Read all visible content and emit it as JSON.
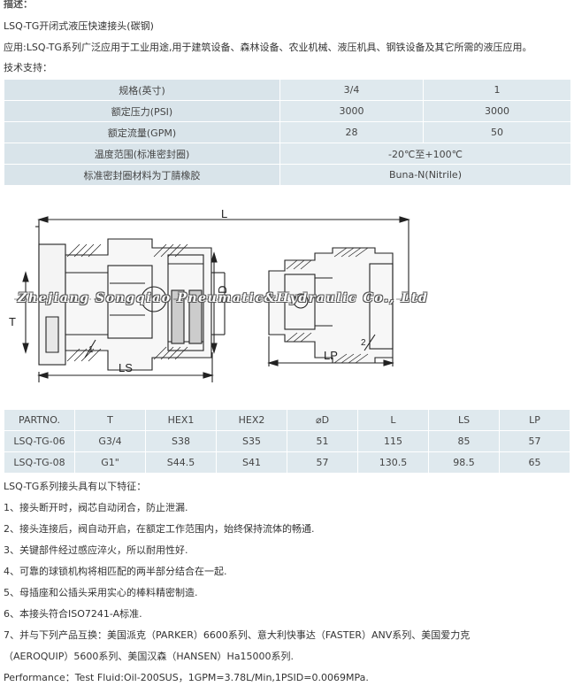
{
  "header": {
    "title": "描述：",
    "product_name": "LSQ-TG开闭式液压快速接头(碳钢)",
    "application": "应用:LSQ-TG系列广泛应用于工业用途,用于建筑设备、森林设备、农业机械、液压机具、钢铁设备及其它所需的液压应用。",
    "tech_support": "技术支持："
  },
  "spec_table": {
    "rows": [
      {
        "label": "规格(英寸)",
        "v1": "3/4",
        "v2": "1"
      },
      {
        "label": "额定压力(PSI)",
        "v1": "3000",
        "v2": "3000"
      },
      {
        "label": "额定流量(GPM)",
        "v1": "28",
        "v2": "50"
      }
    ],
    "temp_label": "温度范围(标准密封圈)",
    "temp_value": "-20℃至+100℃",
    "seal_label": "标准密封圈材料为丁腈橡胶",
    "seal_value": "Buna-N(Nitrile)"
  },
  "drawing": {
    "dim_L": "L",
    "dim_T": "T",
    "dim_D": "ØD",
    "dim_LS": "LS",
    "dim_LP": "LP",
    "label_1": "1",
    "label_2": "2",
    "watermark": "Zhejiang Songqiao Pneumatic&Hydraulic Co., Ltd"
  },
  "parts_table": {
    "headers": [
      "PARTNO.",
      "T",
      "HEX1",
      "HEX2",
      "⌀D",
      "L",
      "LS",
      "LP"
    ],
    "rows": [
      [
        "LSQ-TG-06",
        "G3/4",
        "S38",
        "S35",
        "51",
        "115",
        "85",
        "57"
      ],
      [
        "LSQ-TG-08",
        "G1\"",
        "S44.5",
        "S41",
        "57",
        "130.5",
        "98.5",
        "65"
      ]
    ]
  },
  "features": {
    "intro": "LSQ-TG系列接头具有以下特征：",
    "items": [
      "1、接头断开时，阀芯自动闭合，防止泄漏.",
      "2、接头连接后，阀自动开启，在额定工作范围内，始终保持流体的畅通.",
      "3、关键部件经过感应淬火，所以耐用性好.",
      "4、可靠的球锁机构将相匹配的两半部分结合在一起.",
      "5、母插座和公插头采用实心的棒料精密制造.",
      "6、本接头符合ISO7241-A标准.",
      "7、并与下列产品互换：美国派克（PARKER）6600系列、意大利快事达（FASTER）ANV系列、美国爱力克",
      "（AEROQUIP）5600系列、美国汉森（HANSEN）Ha15000系列."
    ],
    "performance": "Performance：Test Fluid:Oil-200SUS，1GPM=3.78L/Min,1PSID=0.0069MPa."
  }
}
